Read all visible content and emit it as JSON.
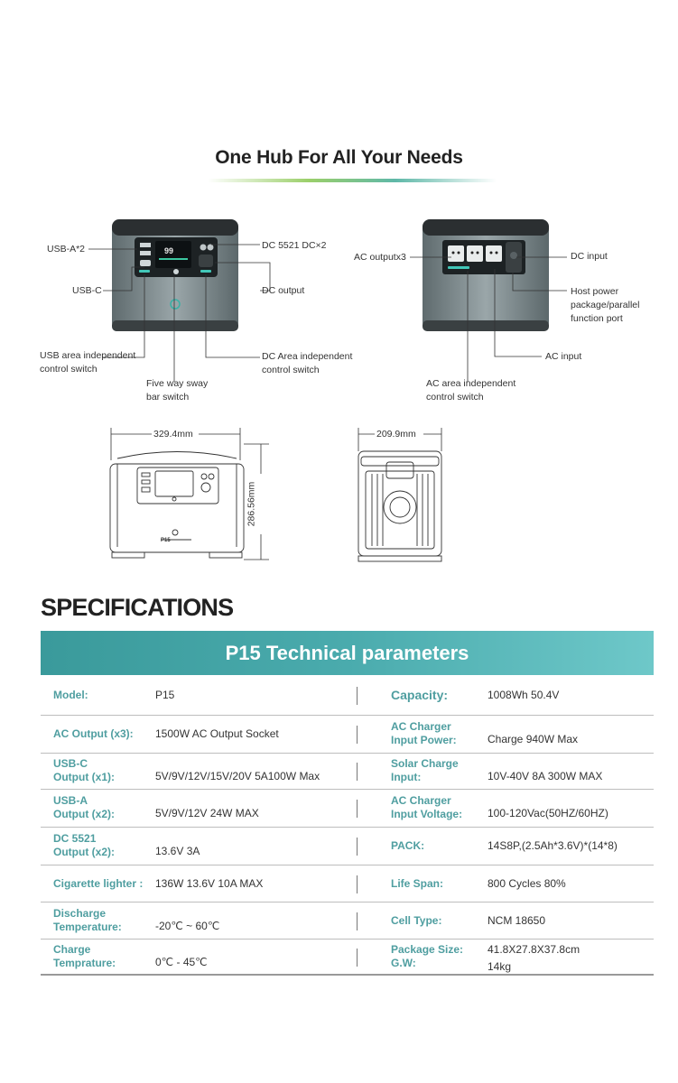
{
  "hub": {
    "title": "One Hub For All Your Needs"
  },
  "front_callouts": {
    "usb_a": "USB-A*2",
    "usb_c": "USB-C",
    "usb_switch_1": "USB area independent",
    "usb_switch_2": "control switch",
    "five_way_1": "Five way sway",
    "five_way_2": "bar switch",
    "dc5521": "DC 5521 DC×2",
    "dc_output": "DC output",
    "dc_switch_1": "DC Area independent",
    "dc_switch_2": "control switch"
  },
  "back_callouts": {
    "ac_output": "AC outputx3",
    "dc_input": "DC input",
    "host_1": "Host power",
    "host_2": "package/parallel",
    "host_3": "function port",
    "ac_input": "AC input",
    "ac_switch_1": "AC area independent",
    "ac_switch_2": "control switch"
  },
  "device": {
    "screen_value": "99",
    "brand": "P15"
  },
  "dimensions": {
    "width": "329.4mm",
    "height": "286.56mm",
    "depth": "209.9mm"
  },
  "specs": {
    "title": "SPECIFICATIONS",
    "banner": "P15 Technical parameters",
    "rows": [
      {
        "l1": "Model:",
        "l1b": "",
        "v1": "P15",
        "l2": "Capacity:",
        "l2b": "",
        "v2": "1008Wh 50.4V"
      },
      {
        "l1": "AC Output (x3):",
        "l1b": "",
        "v1": "1500W AC Output Socket",
        "l2": "AC Charger",
        "l2b": "Input Power:",
        "v2": "Charge 940W Max"
      },
      {
        "l1": "USB-C",
        "l1b": "Output (x1):",
        "v1": "5V/9V/12V/15V/20V 5A100W Max",
        "l2": "Solar Charge",
        "l2b": "Input:",
        "v2": "10V-40V 8A 300W MAX"
      },
      {
        "l1": "USB-A",
        "l1b": "Output (x2):",
        "v1": "5V/9V/12V 24W MAX",
        "l2": "AC Charger",
        "l2b": "Input Voltage:",
        "v2": "100-120Vac(50HZ/60HZ)"
      },
      {
        "l1": "DC 5521",
        "l1b": "Output (x2):",
        "v1": "13.6V 3A",
        "l2": "PACK:",
        "l2b": "",
        "v2": "14S8P,(2.5Ah*3.6V)*(14*8)"
      },
      {
        "l1": "Cigarette lighter :",
        "l1b": "",
        "v1": "136W 13.6V 10A MAX",
        "l2": "Life Span:",
        "l2b": "",
        "v2": "800 Cycles 80%"
      },
      {
        "l1": "Discharge",
        "l1b": "Temperature:",
        "v1": "-20℃ ~ 60℃",
        "l2": "Cell Type:",
        "l2b": "",
        "v2": "NCM 18650"
      },
      {
        "l1": "Charge",
        "l1b": "Temprature:",
        "v1": "0℃ - 45℃",
        "l2": "Package Size:",
        "l2b": "G.W:",
        "v2": "41.8X27.8X37.8cm",
        "v2b": "14kg"
      }
    ]
  },
  "colors": {
    "accent": "#4f9ea0",
    "banner_start": "#3a9a9b",
    "banner_end": "#6ec8c9",
    "device_body": "#7d8a8d"
  }
}
